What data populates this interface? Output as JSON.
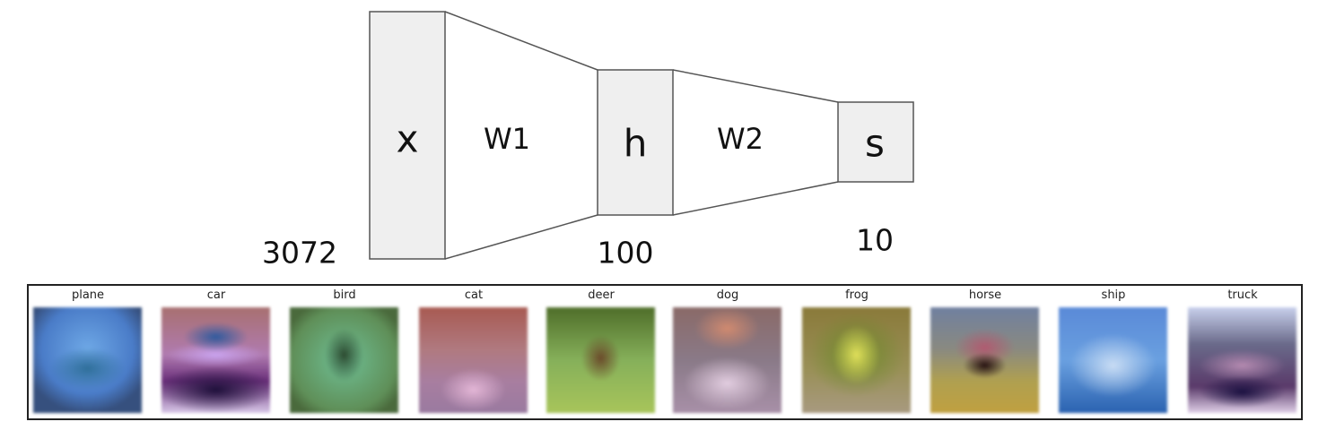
{
  "network": {
    "layers": [
      {
        "symbol": "x",
        "size": "3072"
      },
      {
        "symbol": "h",
        "size": "100"
      },
      {
        "symbol": "s",
        "size": "10"
      }
    ],
    "weights": [
      "W1",
      "W2"
    ],
    "colors": {
      "box_fill": "#efefef",
      "stroke": "#555555"
    }
  },
  "templates": {
    "classes": [
      "plane",
      "car",
      "bird",
      "cat",
      "deer",
      "dog",
      "frog",
      "horse",
      "ship",
      "truck"
    ]
  }
}
